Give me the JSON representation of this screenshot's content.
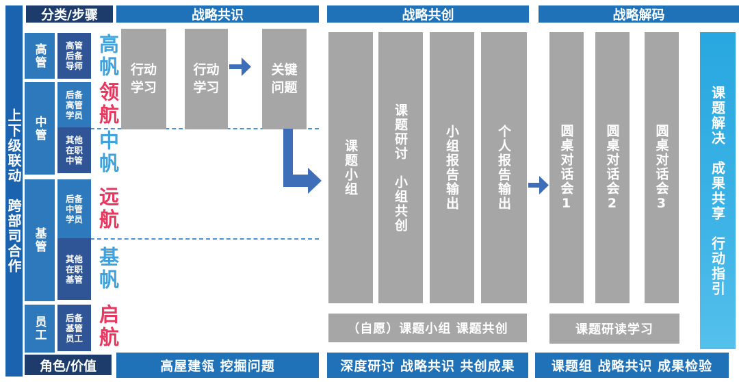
{
  "left_rail": {
    "label": "上下级联动　跨部司合作"
  },
  "top_headers": {
    "classify": "分类/步骤",
    "stage1": "战略共识",
    "stage2": "战略共创",
    "stage3": "战略解码"
  },
  "bottom_headers": {
    "role": "角色/价值",
    "stage1": "高屋建瓴 挖掘问题",
    "stage2": "深度研讨 战略共识 共创成果",
    "stage3": "课题组 战略共识 成果检验"
  },
  "levels": [
    "高管",
    "中管",
    "基管",
    "员工"
  ],
  "groups": [
    "高管\n后备\n导师",
    "后备\n高管\n学员",
    "其他\n在职\n中管",
    "后备\n中管\n学员",
    "其他\n在职\n基管",
    "后备\n基管\n员工"
  ],
  "sails": [
    "高帆",
    "领航",
    "中帆",
    "远航",
    "基帆",
    "启航"
  ],
  "stage1": {
    "bars": [
      "行动\n学习",
      "行动\n学习",
      "关键\n问题"
    ]
  },
  "stage2": {
    "bars": [
      "课题小组",
      "课题研讨　小组共创",
      "小组报告输出",
      "个人报告输出"
    ],
    "note": "（自愿）课题小组 课题共创"
  },
  "stage3": {
    "bars": [
      "圆桌对话会1",
      "圆桌对话会2",
      "圆桌对话会3"
    ],
    "note": "课题研读学习"
  },
  "right_rail": {
    "label": "课题解决　成果共享　行动指引"
  },
  "colors": {
    "primary_blue": "#1f72b7",
    "navy": "#1e3c6b",
    "box_blue": "#2e79bb",
    "box_dark_blue": "#2f5597",
    "bar_gray": "#a6a6a6",
    "cyan": "#2ba9e1",
    "sail_blue": "#3fa2dc",
    "sail_red": "#e8365e",
    "arrow_blue": "#3e6eb8",
    "left_rail_blue": "#1b63ae"
  }
}
